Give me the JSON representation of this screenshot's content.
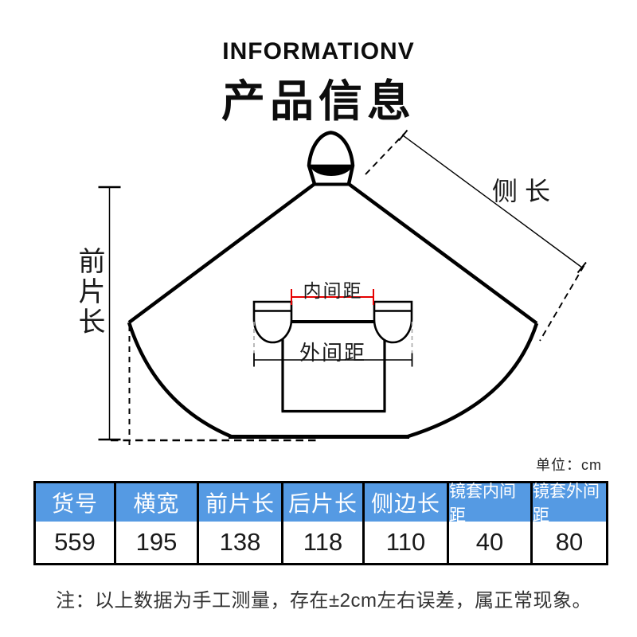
{
  "header": {
    "title_en": "INFORMATIONV",
    "title_zh": "产品信息"
  },
  "diagram": {
    "labels": {
      "front_length": "前片长",
      "side_length": "侧长",
      "inner_spacing": "内间距",
      "outer_spacing": "外间距"
    }
  },
  "unit_label": "单位：cm",
  "table": {
    "headers": [
      "货号",
      "横宽",
      "前片长",
      "后片长",
      "侧边长",
      "镜套内间距",
      "镜套外间距"
    ],
    "values": [
      "559",
      "195",
      "138",
      "118",
      "110",
      "40",
      "80"
    ]
  },
  "note": "注：以上数据为手工测量，存在±2cm左右误差，属正常现象。",
  "colors": {
    "table_header_bg": "#559ae3",
    "table_header_text": "#ffffff",
    "dim_red": "#e60000",
    "line": "#000000",
    "dash_gray": "#a8a8a8"
  }
}
